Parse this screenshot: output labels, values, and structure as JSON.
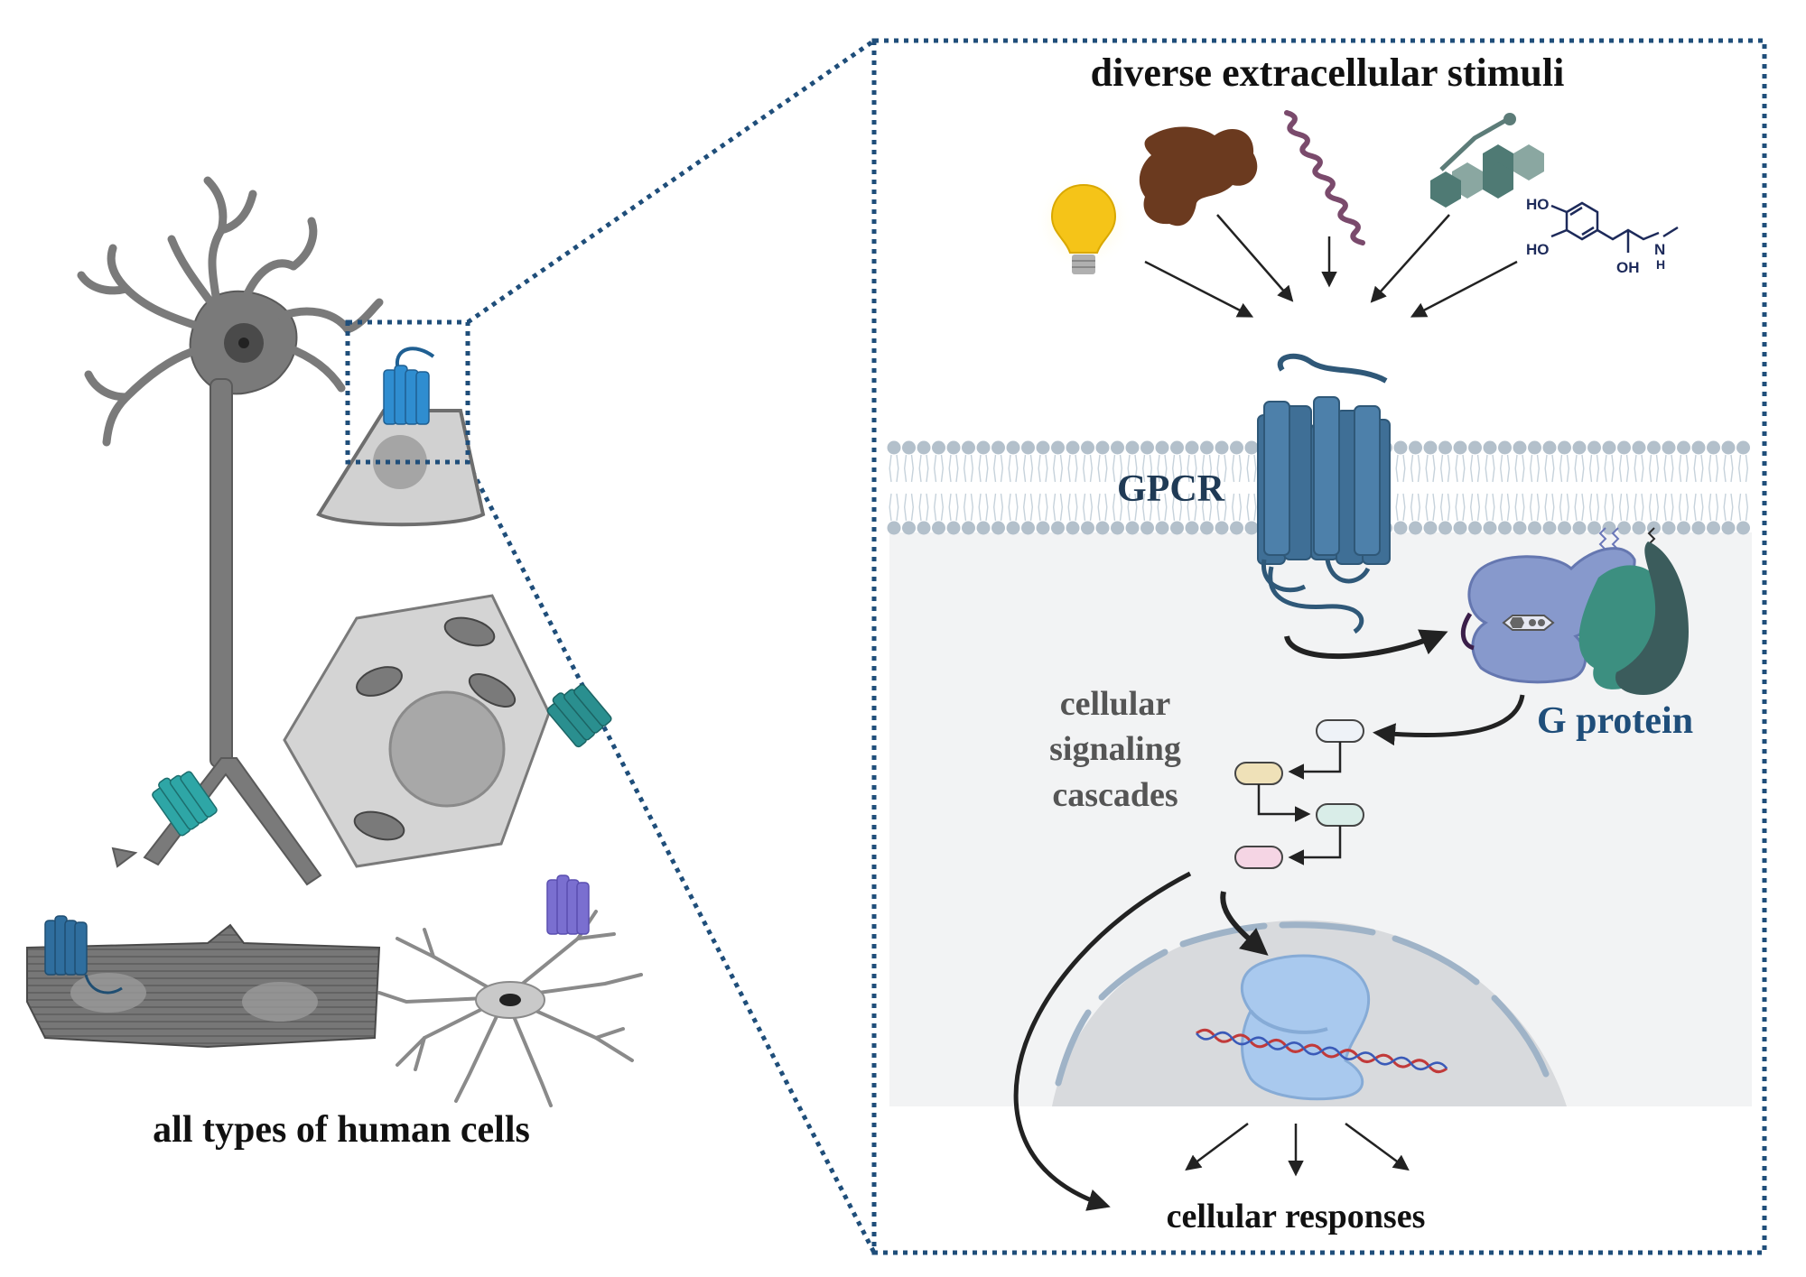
{
  "labels": {
    "stimuli_title": "diverse extracellular stimuli",
    "gpcr": "GPCR",
    "g_protein": "G protein",
    "cascades_line1": "cellular",
    "cascades_line2": "signaling",
    "cascades_line3": "cascades",
    "responses": "cellular responses",
    "cell_types": "all types of human cells",
    "molecule_ho_top": "HO",
    "molecule_ho_left": "HO",
    "molecule_oh": "OH",
    "molecule_n": "N",
    "molecule_h": "H"
  },
  "colors": {
    "frame_dash": "#1f4e7a",
    "gpcr_blue": "#3f6f96",
    "cell_gray": "#8a8a8a",
    "cytoplasm": "#f2f3f4",
    "g_protein_blue": "#8799cc",
    "g_protein_teal": "#3c8f80",
    "g_protein_dark": "#3b5c5c",
    "text_dark": "#111111",
    "text_gray": "#555555",
    "text_navy": "#1f4e7a"
  },
  "icons": [
    "light-bulb-icon",
    "protein-blob-icon",
    "peptide-helix-icon",
    "hexagon-molecule-icon",
    "epinephrine-structure-icon"
  ]
}
